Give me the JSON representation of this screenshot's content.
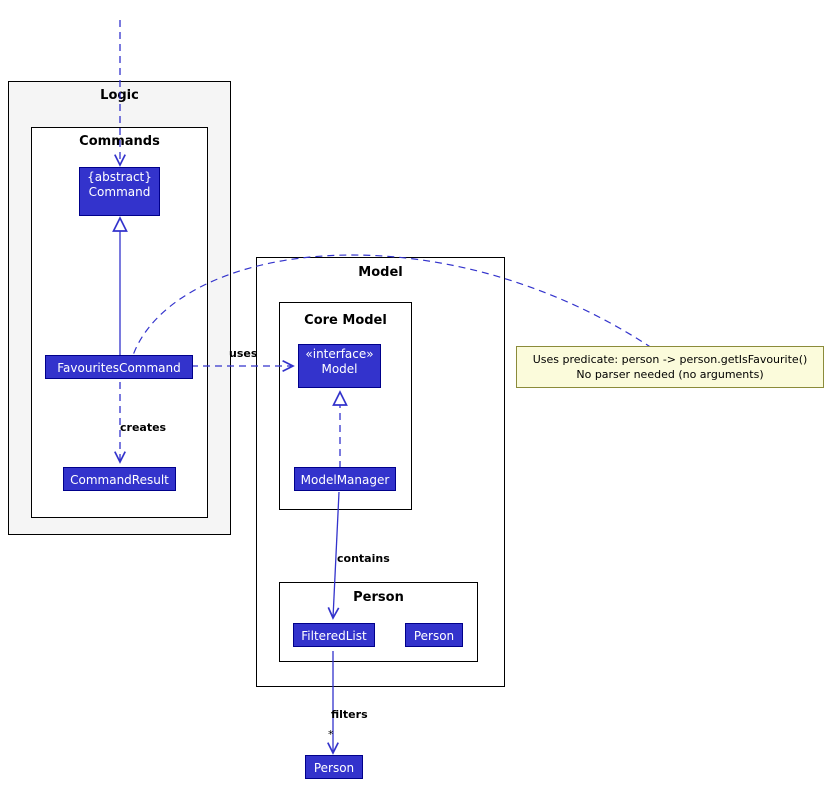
{
  "diagram": {
    "type": "uml-class-diagram",
    "packages": [
      {
        "name": "logic",
        "title": "Logic"
      },
      {
        "name": "commands",
        "title": "Commands"
      },
      {
        "name": "model",
        "title": "Model"
      },
      {
        "name": "core-model",
        "title": "Core Model"
      },
      {
        "name": "person",
        "title": "Person"
      }
    ],
    "classes": [
      {
        "name": "command",
        "line1": "{abstract}",
        "line2": "Command"
      },
      {
        "name": "favourites-command",
        "line1": "FavouritesCommand",
        "line2": ""
      },
      {
        "name": "command-result",
        "line1": "CommandResult",
        "line2": ""
      },
      {
        "name": "model-interface",
        "line1": "«interface»",
        "line2": "Model"
      },
      {
        "name": "model-manager",
        "line1": "ModelManager",
        "line2": ""
      },
      {
        "name": "filtered-list",
        "line1": "FilteredList",
        "line2": ""
      },
      {
        "name": "person-inner",
        "line1": "Person",
        "line2": ""
      },
      {
        "name": "person-outer",
        "line1": "Person",
        "line2": ""
      }
    ],
    "edge_labels": [
      {
        "name": "uses",
        "text": "uses"
      },
      {
        "name": "creates",
        "text": "creates"
      },
      {
        "name": "contains",
        "text": "contains"
      },
      {
        "name": "filters",
        "text": "filters"
      }
    ],
    "multiplicities": [
      {
        "name": "filters-multiplicity",
        "text": "*"
      }
    ],
    "note": {
      "line1": "Uses predicate: person -> person.getIsFavourite()",
      "line2": "No parser needed (no arguments)"
    },
    "colors": {
      "class_fill": "#3333cc",
      "class_text": "#ffffff",
      "package_fill": "#f5f5f5",
      "note_fill": "#fbfbdb",
      "note_border": "#8b8b3a",
      "edge": "#3333cc",
      "outline": "#000000"
    }
  }
}
